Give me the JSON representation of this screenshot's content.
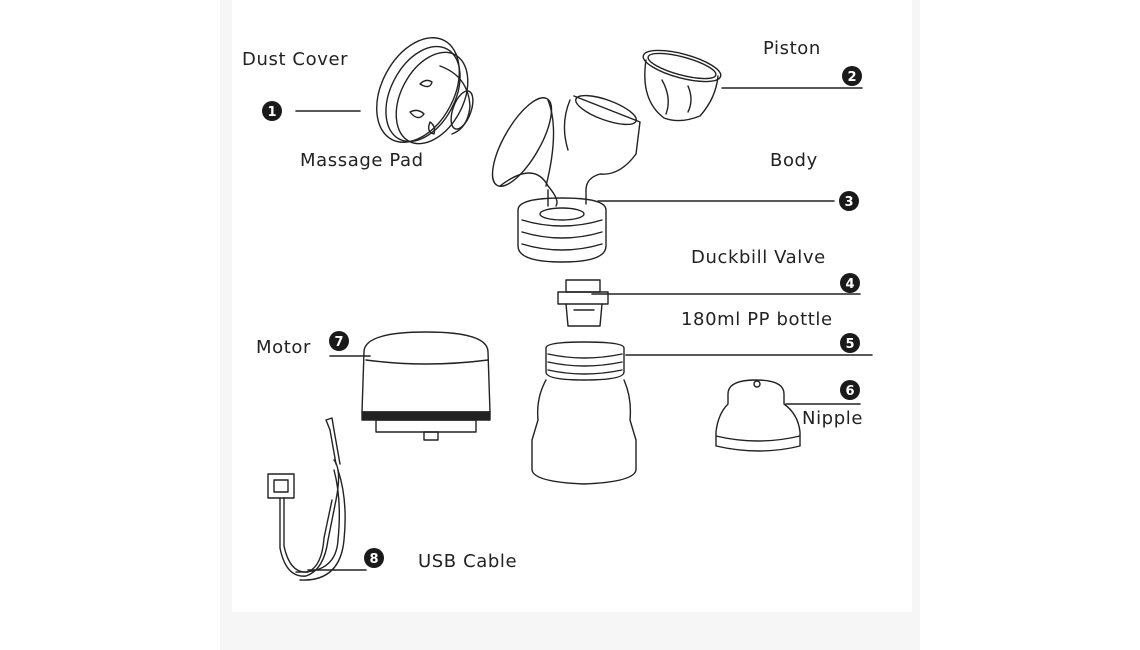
{
  "parts": [
    {
      "key": "dust-cover",
      "name": "Dust Cover"
    },
    {
      "key": "massage-pad",
      "name": "Massage Pad",
      "number": "1"
    },
    {
      "key": "piston",
      "name": "Piston",
      "number": "2"
    },
    {
      "key": "body",
      "name": "Body",
      "number": "3"
    },
    {
      "key": "duckbill-valve",
      "name": "Duckbill Valve",
      "number": "4"
    },
    {
      "key": "bottle",
      "name": "180ml PP bottle",
      "number": "5"
    },
    {
      "key": "nipple",
      "name": "Nipple",
      "number": "6"
    },
    {
      "key": "motor",
      "name": "Motor",
      "number": "7"
    },
    {
      "key": "usb-cable",
      "name": "USB Cable",
      "number": "8"
    }
  ],
  "colors": {
    "line": "#222222",
    "badge": "#1a1a1a",
    "badge_text": "#ffffff"
  }
}
